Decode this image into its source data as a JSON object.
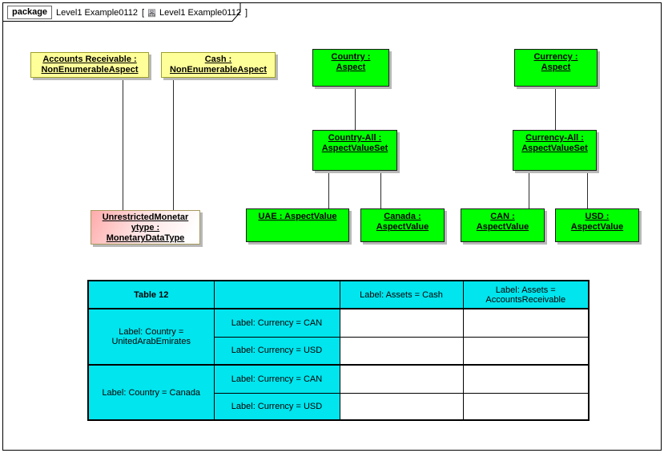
{
  "header": {
    "keyword": "package",
    "model_name": "Level1 Example0112",
    "bracket_open": "[",
    "diagram_name": "Level1 Example0112",
    "bracket_close": "]",
    "icon": "diagram-hierarchy-icon"
  },
  "colors": {
    "instance_yellow": "#FFFF99",
    "aspect_green": "#00FF00",
    "monetary_pink_gradient_start": "#FFAAAA",
    "table_cyan": "#00E5EE",
    "shadow_gray": "#B8B8B8"
  },
  "nodes": {
    "accounts_receivable": {
      "lines": [
        "Accounts Receivable :",
        "NonEnumerableAspect"
      ]
    },
    "cash": {
      "lines": [
        "Cash :",
        "NonEnumerableAspect"
      ]
    },
    "country": {
      "lines": [
        "Country :",
        "Aspect"
      ]
    },
    "currency": {
      "lines": [
        "Currency :",
        "Aspect"
      ]
    },
    "country_all": {
      "lines": [
        "Country-All :",
        "AspectValueSet"
      ]
    },
    "currency_all": {
      "lines": [
        "Currency-All :",
        "AspectValueSet"
      ]
    },
    "monetary": {
      "lines": [
        "UnrestrictedMonetar",
        "ytype :",
        "MonetaryDataType"
      ]
    },
    "uae": {
      "lines": [
        "UAE : AspectValue"
      ]
    },
    "canada": {
      "lines": [
        "Canada :",
        "AspectValue"
      ]
    },
    "can": {
      "lines": [
        "CAN :",
        "AspectValue"
      ]
    },
    "usd": {
      "lines": [
        "USD :",
        "AspectValue"
      ]
    }
  },
  "connections": [
    "Accounts Receivable — UnrestrictedMonetarytype",
    "Cash — UnrestrictedMonetarytype",
    "Country — Country-All",
    "Currency — Currency-All",
    "Country-All — UAE",
    "Country-All — Canada",
    "Currency-All — CAN",
    "Currency-All — USD"
  ],
  "table": {
    "title": "Table 12",
    "col_headers": [
      "",
      "Label: Assets = Cash",
      "Label: Assets = AccountsReceivable"
    ],
    "row_groups": [
      {
        "country": "Label: Country = UnitedArabEmirates",
        "currencies": [
          "Label: Currency = CAN",
          "Label: Currency = USD"
        ]
      },
      {
        "country": "Label: Country = Canada",
        "currencies": [
          "Label: Currency = CAN",
          "Label: Currency = USD"
        ]
      }
    ]
  }
}
